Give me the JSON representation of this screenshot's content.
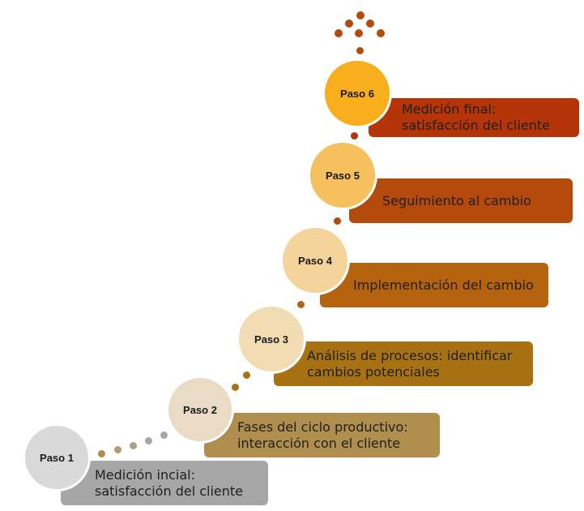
{
  "steps": [
    {
      "label": "Paso 1",
      "text": "Medición incial: satisfacción del cliente",
      "text_lines": [
        "Medición incial:",
        "satisfacción del cliente"
      ],
      "bar_color": "#a6a6a6",
      "circle_color": "#d9d9d9"
    },
    {
      "label": "Paso 2",
      "text": "Fases del ciclo productivo: interacción con el cliente",
      "text_lines": [
        "Fases del ciclo productivo:",
        "interacción con el cliente"
      ],
      "bar_color": "#b08f4e",
      "circle_color": "#eadcc4"
    },
    {
      "label": "Paso 3",
      "text": "Análisis de procesos: identificar cambios potenciales",
      "text_lines": [
        "Análisis de procesos: identificar",
        "cambios potenciales"
      ],
      "bar_color": "#a87212",
      "circle_color": "#f1dcb4"
    },
    {
      "label": "Paso 4",
      "text": "Implementación del cambio",
      "text_lines": [
        "Implementación del cambio"
      ],
      "bar_color": "#b5630f",
      "circle_color": "#f4d49a"
    },
    {
      "label": "Paso 5",
      "text": "Seguimiento al cambio",
      "text_lines": [
        "Seguimiento al cambio"
      ],
      "bar_color": "#b44a0b",
      "circle_color": "#f6c05f"
    },
    {
      "label": "Paso 6",
      "text": "Medición final: satisfacción del cliente",
      "text_lines": [
        "Medición final:",
        "satisfacción del cliente"
      ],
      "bar_color": "#b53508",
      "circle_color": "#f9ae1c"
    }
  ],
  "dot_color_gray": "#a6a6a6",
  "dot_color_warm": "#b5630f",
  "dot_color_top": "#b44a0b"
}
